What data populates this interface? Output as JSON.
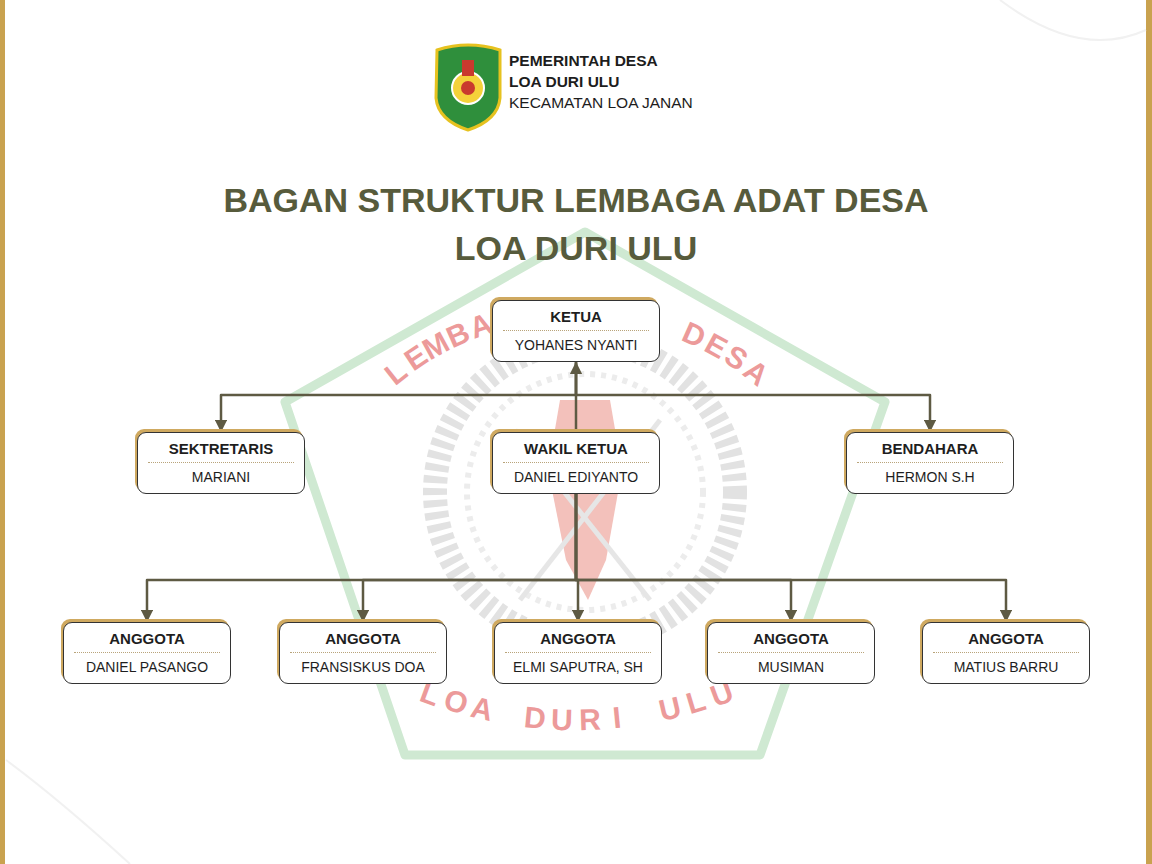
{
  "diagram": {
    "title": "BAGAN STRUKTUR LEMBAGA ADAT DESA LOA DURI ULU",
    "nodes": [
      {
        "text": [
          "KETUA",
          "YOHANES NYANTI"
        ]
      },
      {
        "text": [
          "SEKTRETARIS",
          "MARIANI"
        ]
      },
      {
        "text": [
          "WAKIL KETUA",
          "DANIEL EDIYANTO"
        ]
      },
      {
        "text": [
          "BENDAHARA",
          "HERMON S.H"
        ]
      },
      {
        "text": [
          "ANGGOTA",
          "DANIEL PASANGO"
        ]
      },
      {
        "text": [
          "ANGGOTA",
          "FRANSISKUS DOA"
        ]
      },
      {
        "text": [
          "ANGGOTA",
          "ELMI SAPUTRA, SH"
        ]
      },
      {
        "text": [
          "ANGGOTA",
          "MUSIMAN"
        ]
      },
      {
        "text": [
          "ANGGOTA",
          "MATIUS BARRU"
        ]
      }
    ],
    "edges": [
      {
        "from": 0,
        "to": 1,
        "arrow": "to"
      },
      {
        "from": 0,
        "to": 3,
        "arrow": "to"
      },
      {
        "from": 2,
        "to": 0,
        "arrow": "to"
      },
      {
        "from": 2,
        "to": 4,
        "arrow": "to"
      },
      {
        "from": 2,
        "to": 5,
        "arrow": "to"
      },
      {
        "from": 2,
        "to": 6,
        "arrow": "to"
      },
      {
        "from": 2,
        "to": 7,
        "arrow": "to"
      },
      {
        "from": 2,
        "to": 8,
        "arrow": "to"
      }
    ],
    "labels": [
      "PEMERINTAH DESA",
      "LOA DURI ULU",
      "KECAMATAN LOA JANAN",
      "LEMBAGA ADAT DESA",
      "LOA DURI ULU"
    ]
  }
}
